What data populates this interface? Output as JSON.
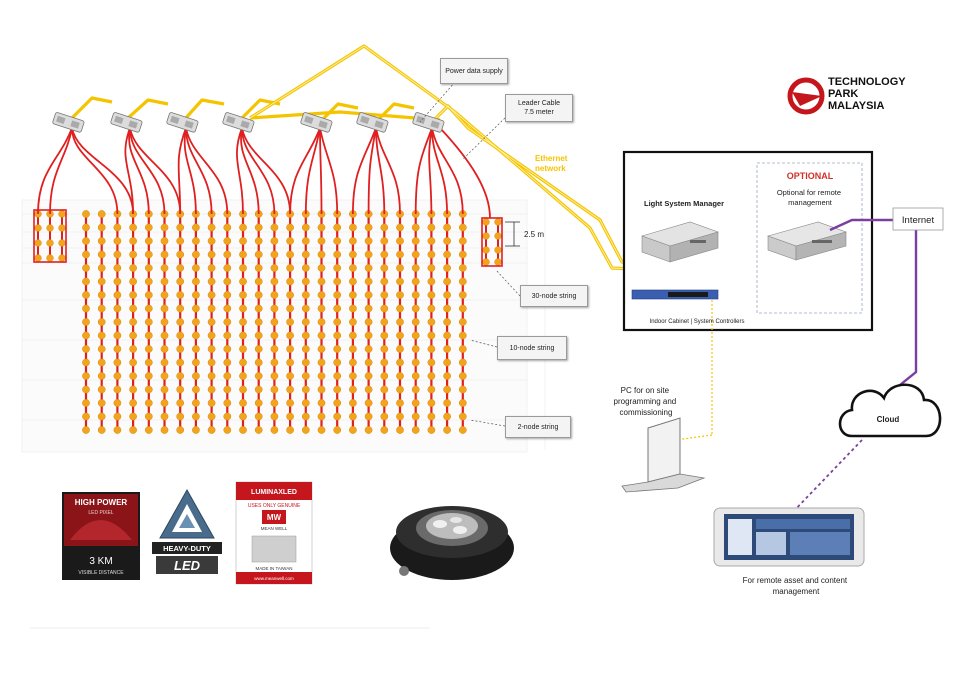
{
  "logo": {
    "lines": [
      "TECHNOLOGY",
      "PARK",
      "MALAYSIA"
    ],
    "accent_color": "#c4161c"
  },
  "callouts": {
    "power_data_supply": "Power data supply",
    "leader_cable": [
      "Leader Cable",
      "7.5 meter"
    ],
    "string_30": "30-node string",
    "string_10": "10-node string",
    "string_2": "2-node string",
    "spacing": "2.5 m"
  },
  "ethernet": [
    "Ethernet",
    "network"
  ],
  "cabinet": {
    "optional_heading": "OPTIONAL",
    "optional_desc": [
      "Optional for remote",
      "management"
    ],
    "lsm_label": "Light System Manager",
    "footer": "Indoor Cabinet | System Controllers"
  },
  "internet_label": "Internet",
  "cloud_label": "Cloud",
  "pc_label": [
    "PC for on site",
    "programming and",
    "commissioning"
  ],
  "tablet_label": [
    "For remote asset and content",
    "management"
  ],
  "badges": {
    "high_power": {
      "title": "HIGH POWER",
      "sub": "LED PIXEL",
      "range": "3 KM",
      "range_sub": "VISIBLE DISTANCE"
    },
    "heavy_duty": {
      "top": "HEAVY-DUTY",
      "bottom": "LED"
    },
    "luminax": {
      "brand": "LUMINAXLED",
      "tagline": "USES ONLY GENUINE",
      "mw": "MW",
      "mw_sub": "MEAN WELL",
      "made": "MADE IN TAIWAN",
      "url": "www.meanwell.com"
    }
  },
  "colors": {
    "cable_yellow": "#f5c400",
    "led_wire": "#e02020",
    "led_node": "#f2a41c",
    "internet_link": "#7b3fa0",
    "cabinet_border": "#111111"
  }
}
